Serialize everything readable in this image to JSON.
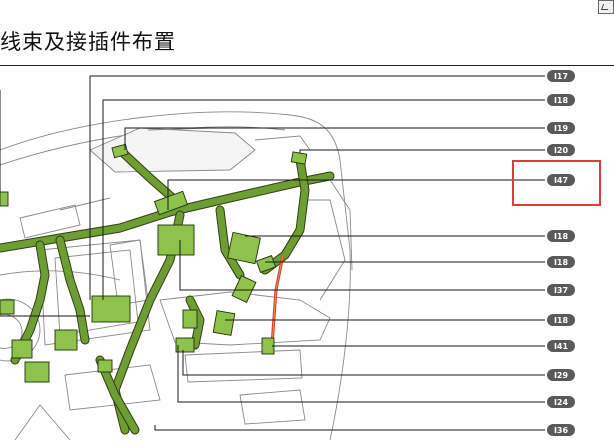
{
  "page": {
    "title": "线束及接插件布置"
  },
  "callouts": [
    {
      "id": "c1",
      "label": "I17"
    },
    {
      "id": "c2",
      "label": "I18"
    },
    {
      "id": "c3",
      "label": "I19"
    },
    {
      "id": "c4",
      "label": "I20"
    },
    {
      "id": "c5",
      "label": "I47"
    },
    {
      "id": "c6",
      "label": "I18"
    },
    {
      "id": "c7",
      "label": "I18"
    },
    {
      "id": "c8",
      "label": "I37"
    },
    {
      "id": "c9",
      "label": "I18"
    },
    {
      "id": "c10",
      "label": "I41"
    },
    {
      "id": "c11",
      "label": "I29"
    },
    {
      "id": "c12",
      "label": "I24"
    },
    {
      "id": "c13",
      "label": "I36"
    }
  ],
  "colors": {
    "harness": "#8ec34b",
    "highlight": "#e13b3b",
    "callout_badge": "#5a5a5a"
  }
}
